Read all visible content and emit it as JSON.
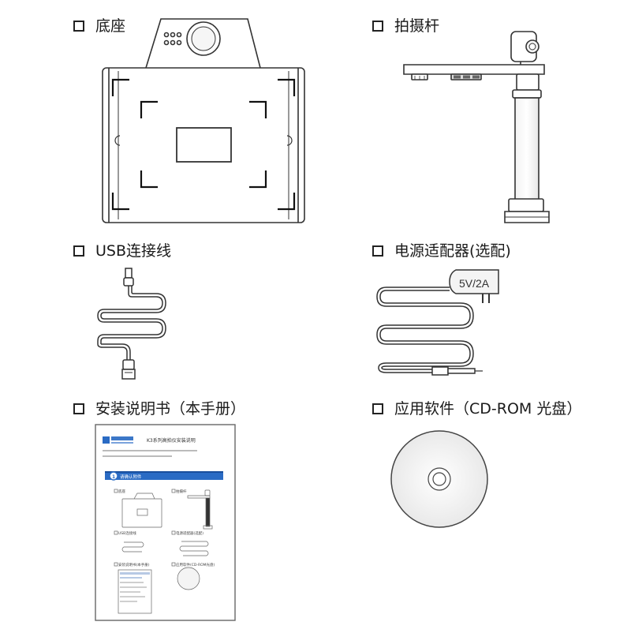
{
  "items": [
    {
      "label": "底座"
    },
    {
      "label": "拍摄杆"
    },
    {
      "label": "USB连接线"
    },
    {
      "label": "电源适配器(选配)"
    },
    {
      "label": "安装说明书（本手册）"
    },
    {
      "label": "应用软件（CD-ROM 光盘）"
    }
  ],
  "adapter": {
    "rating": "5V/2A"
  },
  "manual": {
    "title": "K3系列高拍仪安装说明",
    "section1": "请确认附件",
    "mini_items": [
      "底座",
      "拍摄杆",
      "USB连接线",
      "电源适配器(选配)",
      "安装说明书(本手册)",
      "应用软件(CD-ROM光盘)"
    ]
  }
}
